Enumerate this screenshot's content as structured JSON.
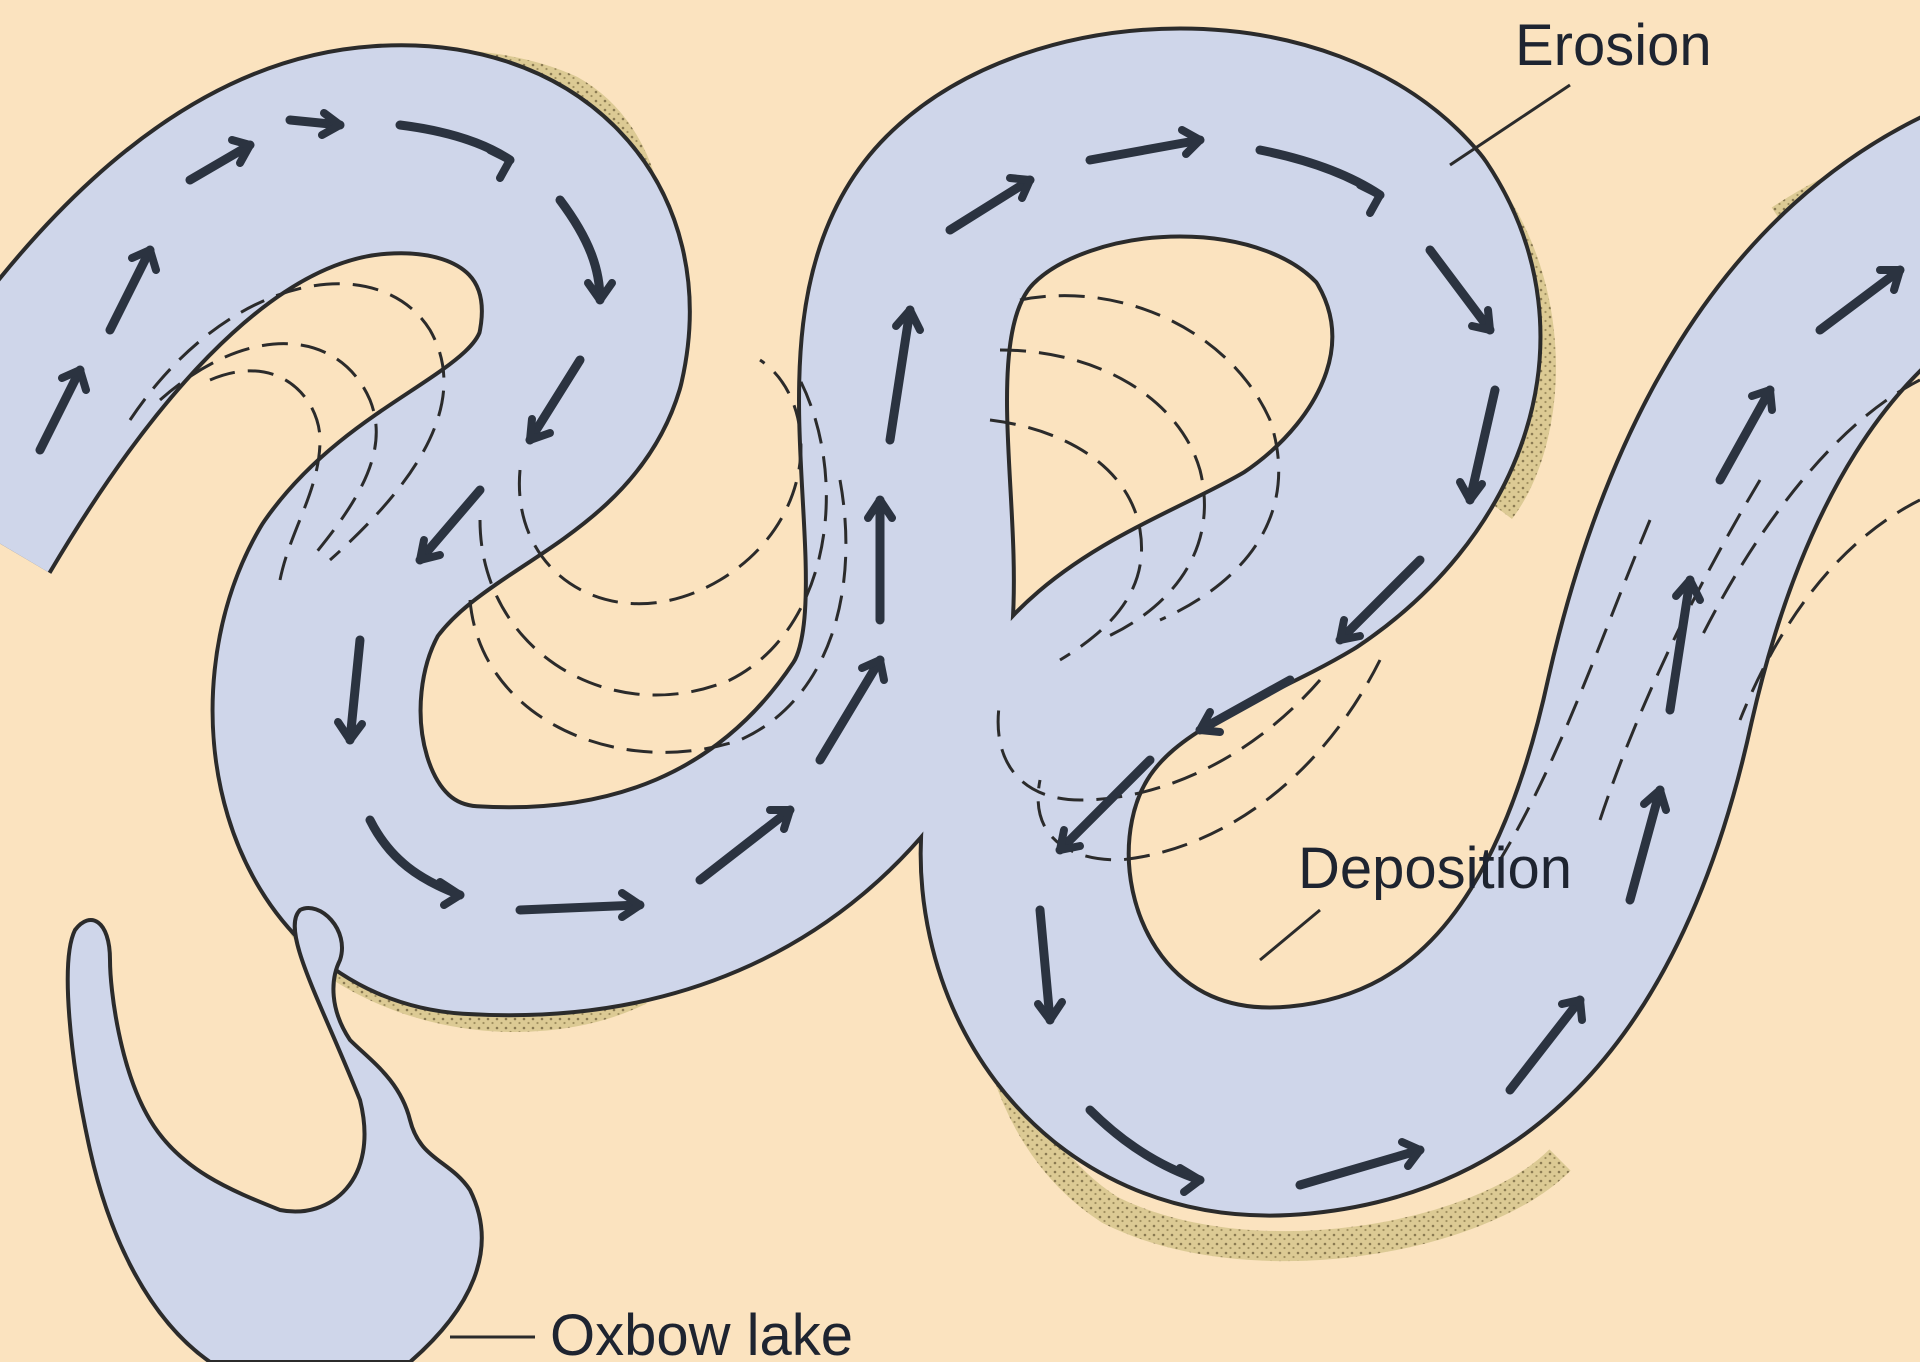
{
  "labels": {
    "erosion": "Erosion",
    "deposition": "Deposition",
    "oxbow_lake": "Oxbow lake"
  },
  "colors": {
    "background": "#fbe3bf",
    "water": "#cfd6ea",
    "eroded_bank": "#d9c68f",
    "outline": "#2b2b2b",
    "arrow": "#2b3340"
  }
}
